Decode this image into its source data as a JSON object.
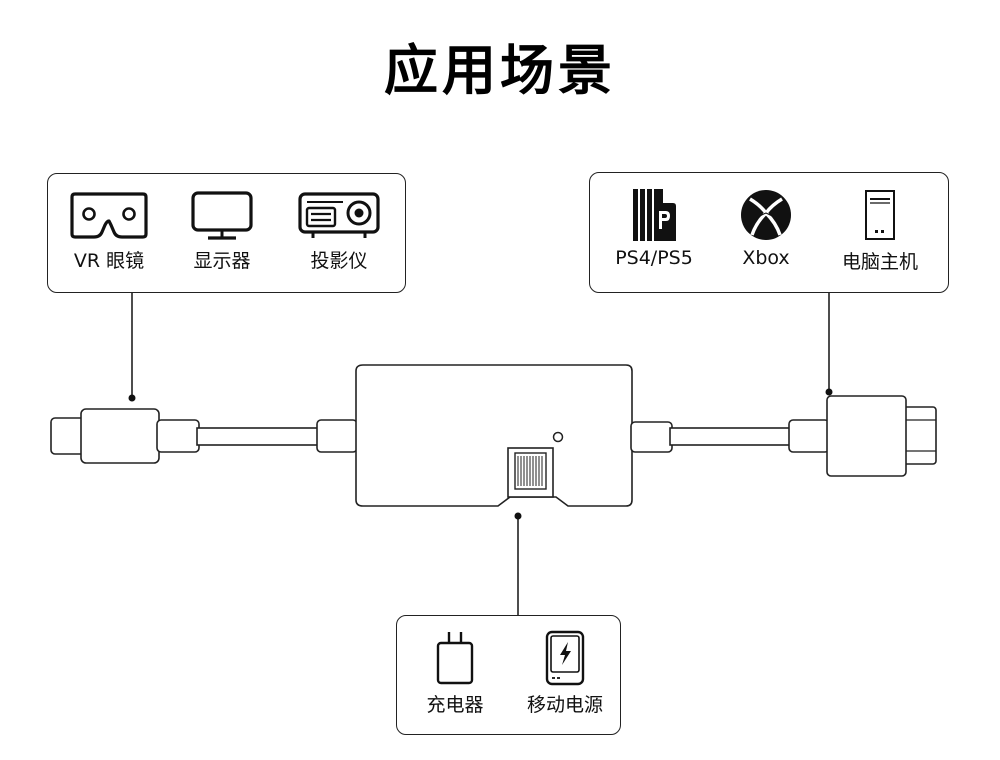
{
  "title": "应用场景",
  "display_devices": [
    {
      "label": "VR 眼镜",
      "icon": "vr-headset-icon"
    },
    {
      "label": "显示器",
      "icon": "monitor-icon"
    },
    {
      "label": "投影仪",
      "icon": "projector-icon"
    }
  ],
  "source_devices": [
    {
      "label": "PS4/PS5",
      "icon": "playstation-icon"
    },
    {
      "label": "Xbox",
      "icon": "xbox-icon"
    },
    {
      "label": "电脑主机",
      "icon": "pc-tower-icon"
    }
  ],
  "power_devices": [
    {
      "label": "充电器",
      "icon": "charger-icon"
    },
    {
      "label": "移动电源",
      "icon": "power-bank-icon"
    }
  ]
}
